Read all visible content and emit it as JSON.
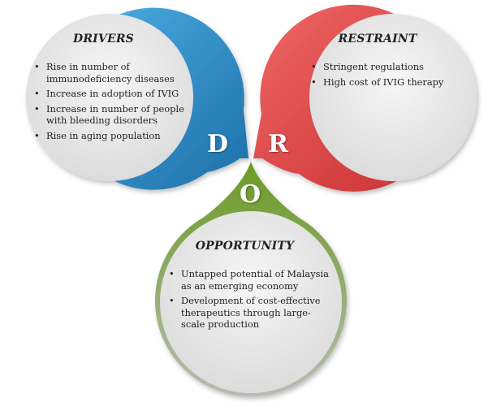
{
  "colors": {
    "drivers": "#2a8fcf",
    "restraint": "#e04545",
    "opportunity": "#6f9a2c",
    "disc_fill": "#ececec"
  },
  "drivers": {
    "letter": "D",
    "title": "DRIVERS",
    "items": [
      "Rise in number of immunodeficiency diseases",
      "Increase in adoption of IVIG",
      "Increase in number of people with bleeding disorders",
      "Rise in aging population"
    ]
  },
  "restraint": {
    "letter": "R",
    "title": "RESTRAINT",
    "items": [
      "Stringent regulations",
      "High cost of IVIG therapy"
    ]
  },
  "opportunity": {
    "letter": "O",
    "title": "OPPORTUNITY",
    "items": [
      "Untapped potential of Malaysia as an emerging economy",
      "Development of cost-effective therapeutics through large-scale production"
    ]
  }
}
